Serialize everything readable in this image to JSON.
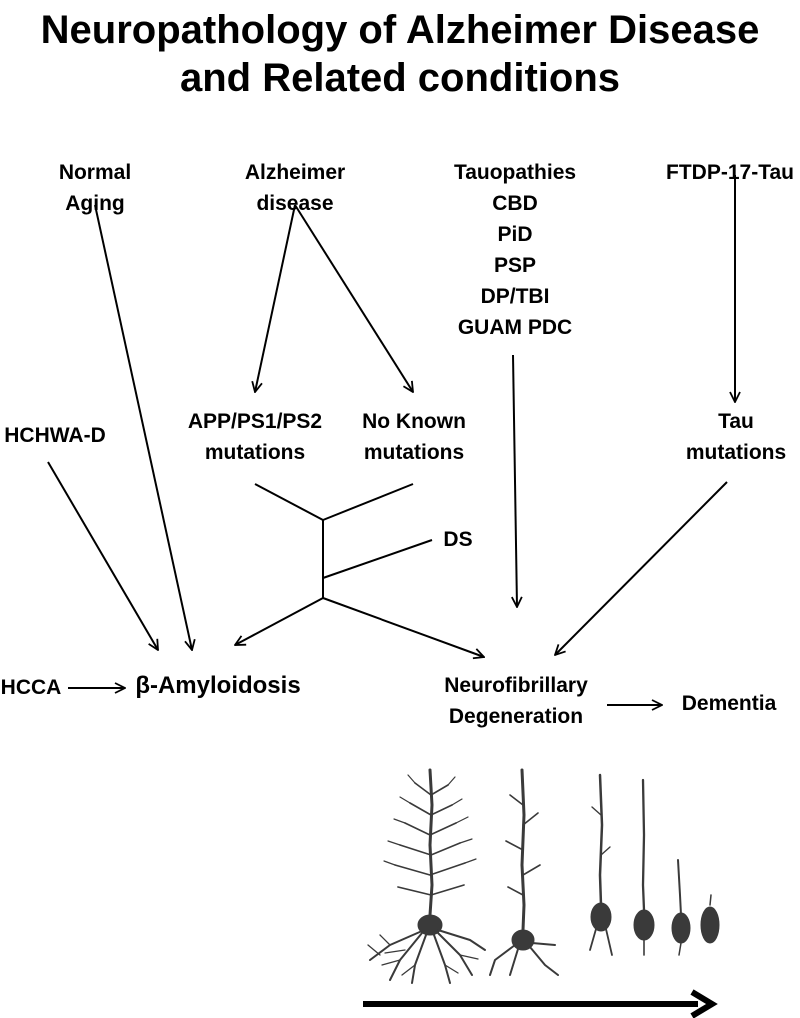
{
  "title_line1": "Neuropathology of Alzheimer Disease",
  "title_line2": "and Related conditions",
  "nodes": {
    "normal_aging": [
      "Normal",
      "Aging"
    ],
    "alzheimer_disease": [
      "Alzheimer",
      "disease"
    ],
    "tauopathies": [
      "Tauopathies",
      "CBD",
      "PiD",
      "PSP",
      "DP/TBI",
      "GUAM PDC"
    ],
    "ftdp": [
      "FTDP-17-Tau"
    ],
    "hchwa": [
      "HCHWA-D"
    ],
    "app_mutations": [
      "APP/PS1/PS2",
      "mutations"
    ],
    "no_known": [
      "No Known",
      "mutations"
    ],
    "tau_mutations": [
      "Tau",
      "mutations"
    ],
    "ds": [
      "DS"
    ],
    "hcca": [
      "HCCA"
    ],
    "amyloidosis": [
      "β-Amyloidosis"
    ],
    "nfd": [
      "Neurofibrillary",
      "Degeneration"
    ],
    "dementia": [
      "Dementia"
    ]
  },
  "colors": {
    "ink": "#000000",
    "neuron": "#3a3a3a",
    "background": "#ffffff"
  }
}
